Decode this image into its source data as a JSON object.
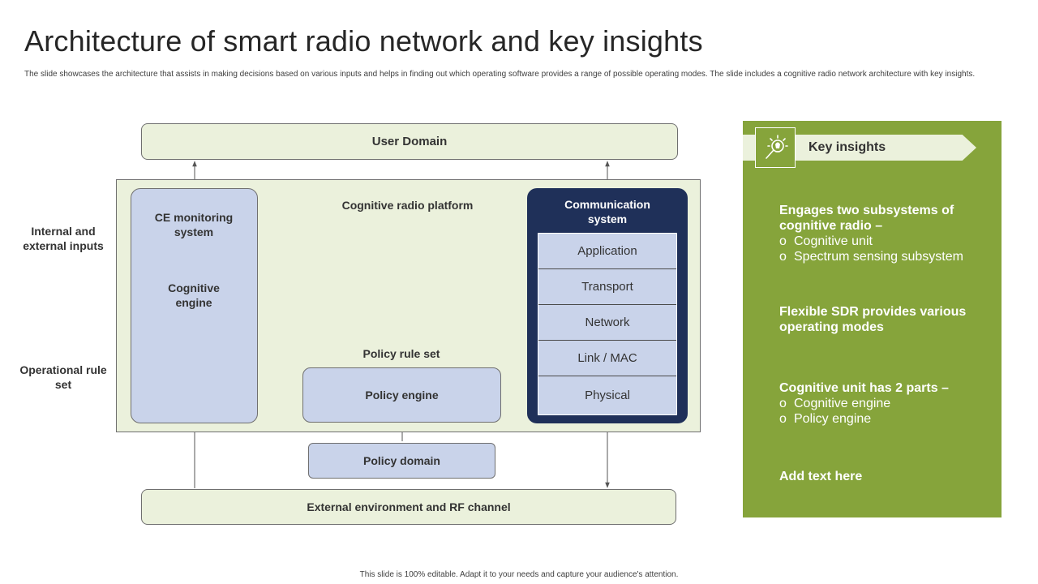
{
  "title": "Architecture  of smart radio network and key insights",
  "subtitle": "The slide showcases the architecture that assists in making decisions based on various inputs and helps in finding out which operating software provides a range of possible operating modes. The slide includes a cognitive radio network architecture with key insights.",
  "diagram": {
    "user_domain": "User Domain",
    "platform_label": "Cognitive radio platform",
    "ce_monitoring": "CE monitoring system",
    "cognitive_engine": "Cognitive engine",
    "comm_system": "Communication system",
    "layers": [
      "Application",
      "Transport",
      "Network",
      "Link / MAC",
      "Physical"
    ],
    "policy_rule_set": "Policy rule set",
    "policy_engine": "Policy engine",
    "policy_domain": "Policy domain",
    "external_env": "External environment and RF channel",
    "side_inputs": "Internal and external inputs",
    "side_rules": "Operational rule set"
  },
  "insights": {
    "header": "Key insights",
    "items": [
      {
        "head": "Engages  two subsystems of cognitive radio –",
        "subs": [
          "Cognitive unit",
          "Spectrum sensing subsystem"
        ]
      },
      {
        "head": "Flexible SDR provides various operating modes",
        "subs": []
      },
      {
        "head": "Cognitive unit has 2 parts –",
        "subs": [
          "Cognitive engine",
          "Policy engine"
        ]
      },
      {
        "head": "Add text here",
        "subs": []
      }
    ],
    "bullet_glyph": "o"
  },
  "footer": "This slide is 100% editable. Adapt it to your needs and capture your audience's attention.",
  "colors": {
    "green_panel": "#86a43b",
    "light_green": "#ebf1dc",
    "light_blue": "#c9d3ea",
    "navy": "#1f3059"
  }
}
